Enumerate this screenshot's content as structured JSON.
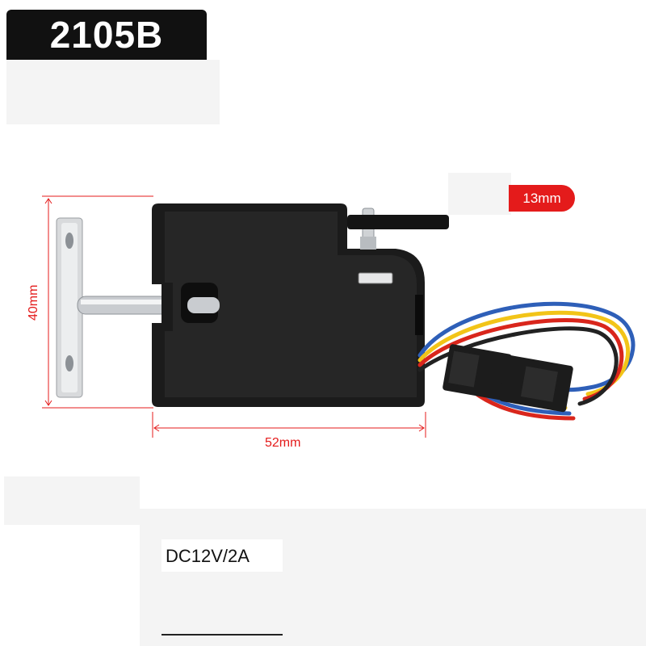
{
  "model": "2105B",
  "dimensions": {
    "height": "40mm",
    "width": "52mm",
    "bolt": "13mm"
  },
  "spec": "DC12V/2A",
  "colors": {
    "badge_bg": "#111111",
    "accent_red": "#e41b1b",
    "lock_body": "#1b1b1b",
    "wire_red": "#d9261c",
    "wire_yellow": "#f2c418",
    "wire_blue": "#2e5fb8",
    "wire_black": "#222222"
  },
  "icons": [
    "electric-cabinet-lock-image",
    "strike-plate-image",
    "wire-harness-connector-image"
  ]
}
